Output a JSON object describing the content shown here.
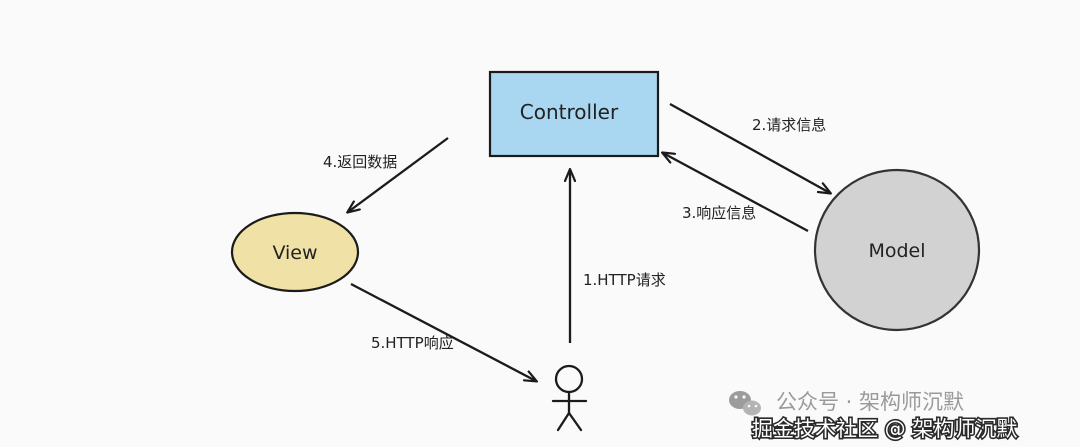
{
  "diagram": {
    "nodes": {
      "controller": {
        "label": "Controller",
        "fill": "#a9d6f0",
        "stroke": "#1b1b1b"
      },
      "view": {
        "label": "View",
        "fill": "#f0e2a6",
        "stroke": "#1b1b1b"
      },
      "model": {
        "label": "Model",
        "fill": "#d2d2d2",
        "stroke": "#333333"
      },
      "user": {
        "icon": "stick-figure-icon"
      }
    },
    "edges": [
      {
        "id": "http-request",
        "label": "1.HTTP请求"
      },
      {
        "id": "request-info",
        "label": "2.请求信息"
      },
      {
        "id": "response-info",
        "label": "3.响应信息"
      },
      {
        "id": "return-data",
        "label": "4.返回数据"
      },
      {
        "id": "http-response",
        "label": "5.HTTP响应"
      }
    ]
  },
  "watermark": {
    "official_account": "公众号 · 架构师沉默",
    "community": "掘金技术社区 @ 架构师沉默",
    "icon": "wechat-icon"
  }
}
